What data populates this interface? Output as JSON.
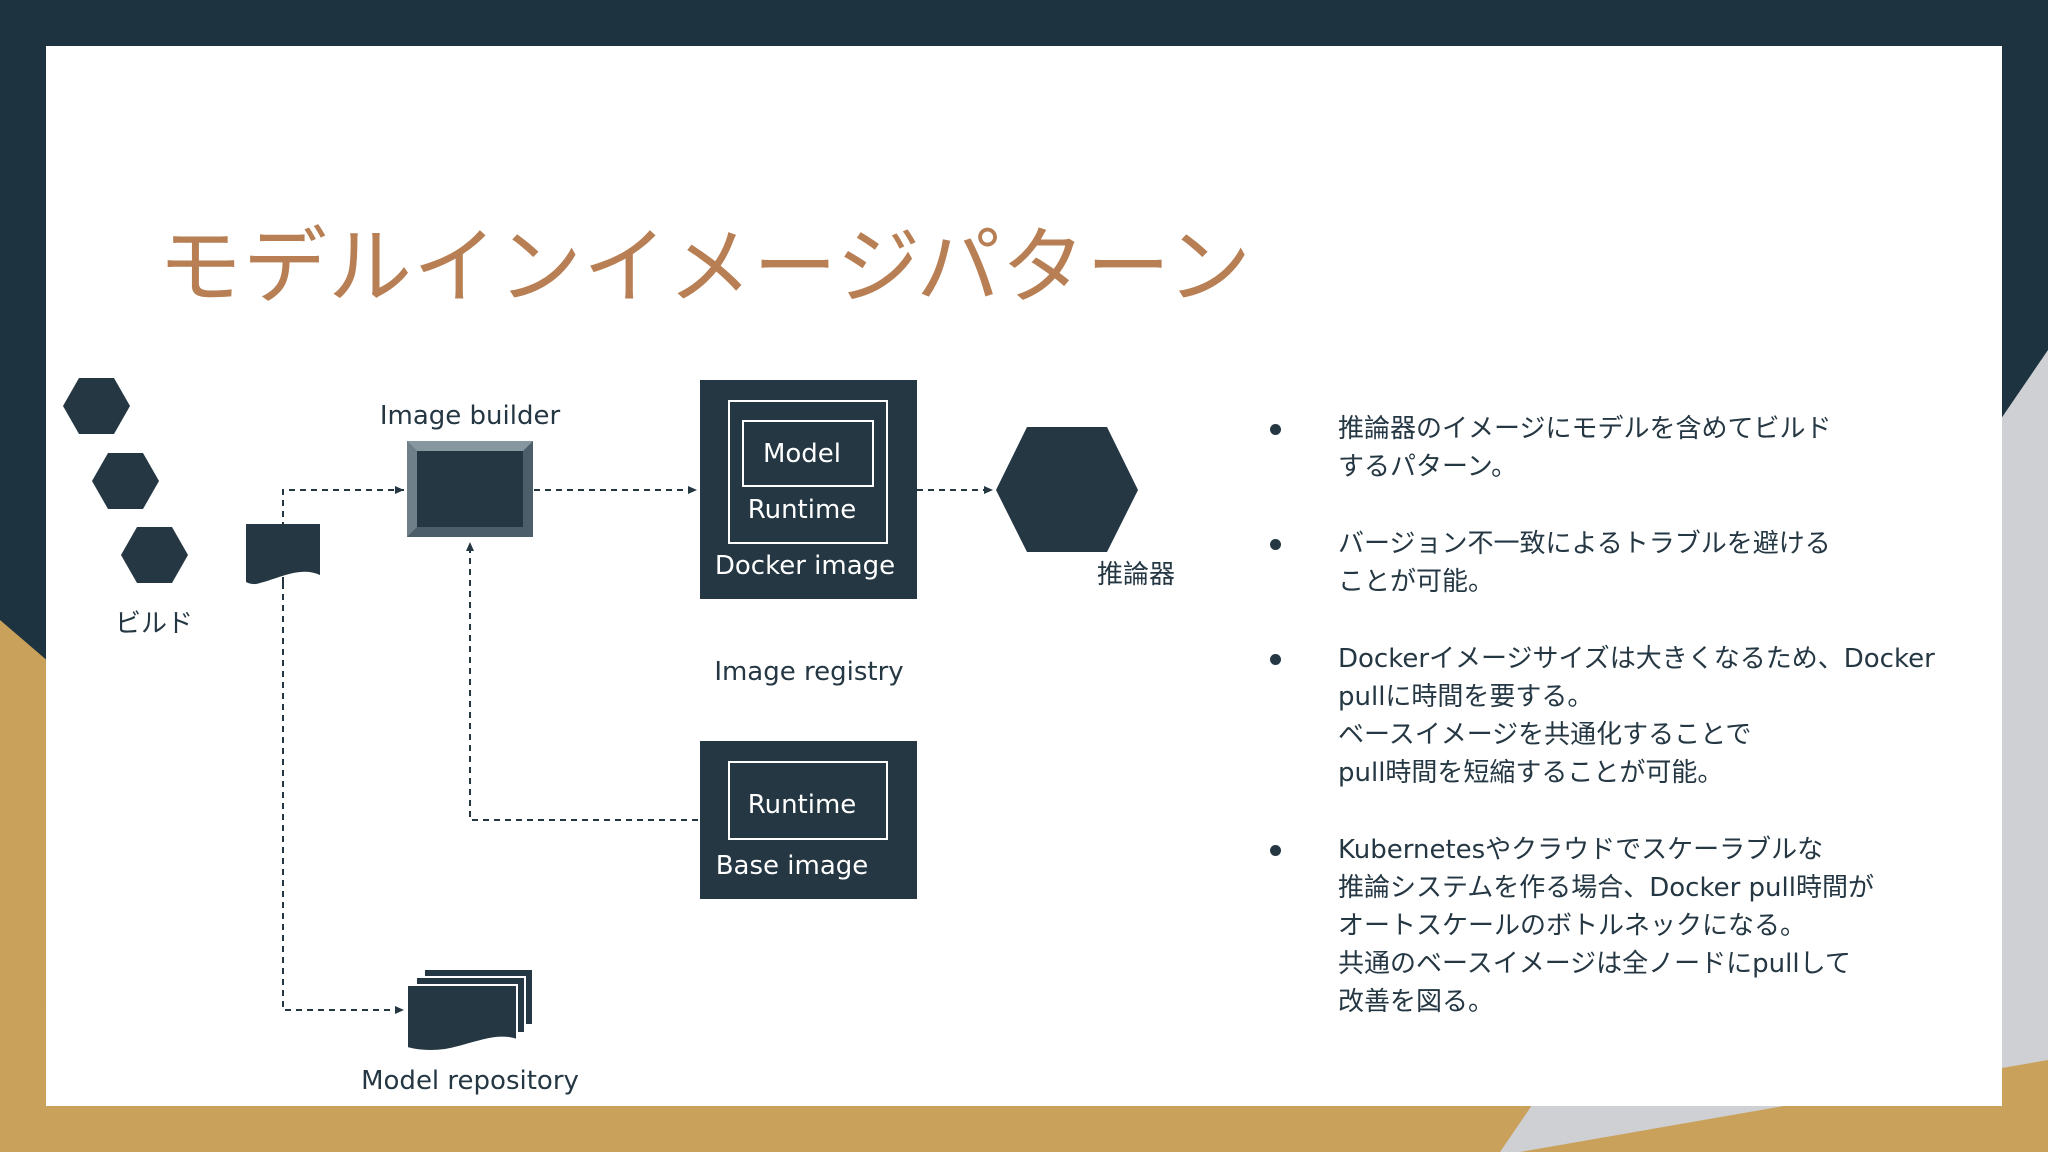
{
  "slide": {
    "title": "モデルインイメージパターン"
  },
  "colors": {
    "title": "#b77f53",
    "dark": "#243743",
    "background_navy": "#1e3340",
    "background_gold": "#c9a15a",
    "background_gray": "#cfd0d3"
  },
  "diagram": {
    "build_label": "ビルド",
    "image_builder_label": "Image builder",
    "docker_image": {
      "model": "Model",
      "runtime": "Runtime",
      "label": "Docker image"
    },
    "image_registry_label": "Image registry",
    "base_image": {
      "runtime": "Runtime",
      "label": "Base image"
    },
    "inference_label": "推論器",
    "model_repository_label": "Model repository"
  },
  "bullets": [
    "推論器のイメージにモデルを含めてビルド\nするパターン。",
    "バージョン不一致によるトラブルを避ける\nことが可能。",
    "Dockerイメージサイズは大きくなるため、Docker\npullに時間を要する。\nベースイメージを共通化することで\npull時間を短縮することが可能。",
    "Kubernetesやクラウドでスケーラブルな\n推論システムを作る場合、Docker pull時間が\nオートスケールのボトルネックになる。\n共通のベースイメージは全ノードにpullして\n改善を図る。"
  ]
}
